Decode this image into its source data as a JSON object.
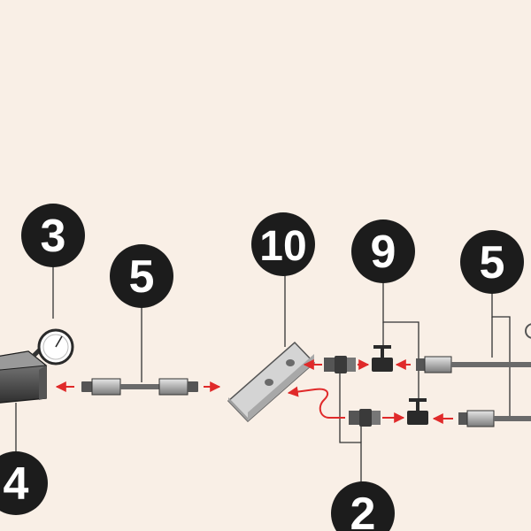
{
  "colors": {
    "background": "#f9efe6",
    "callout_fill": "#1c1c1c",
    "callout_text": "#ffffff",
    "flow_arrow": "#e02a2a",
    "manifold_body": "#c9c9c9",
    "metal_dark": "#3a3a3a"
  },
  "callouts": [
    {
      "id": "pressure-gauge",
      "label": "3"
    },
    {
      "id": "hose-left",
      "label": "5"
    },
    {
      "id": "pump",
      "label": "4"
    },
    {
      "id": "manifold",
      "label": "10"
    },
    {
      "id": "valve",
      "label": "9"
    },
    {
      "id": "hose-right",
      "label": "5"
    },
    {
      "id": "coupler",
      "label": "2"
    }
  ],
  "icons": [
    "gauge-icon",
    "pump-icon",
    "hose-icon",
    "manifold-block-icon",
    "valve-icon",
    "coupler-icon",
    "flow-arrow-icon"
  ]
}
